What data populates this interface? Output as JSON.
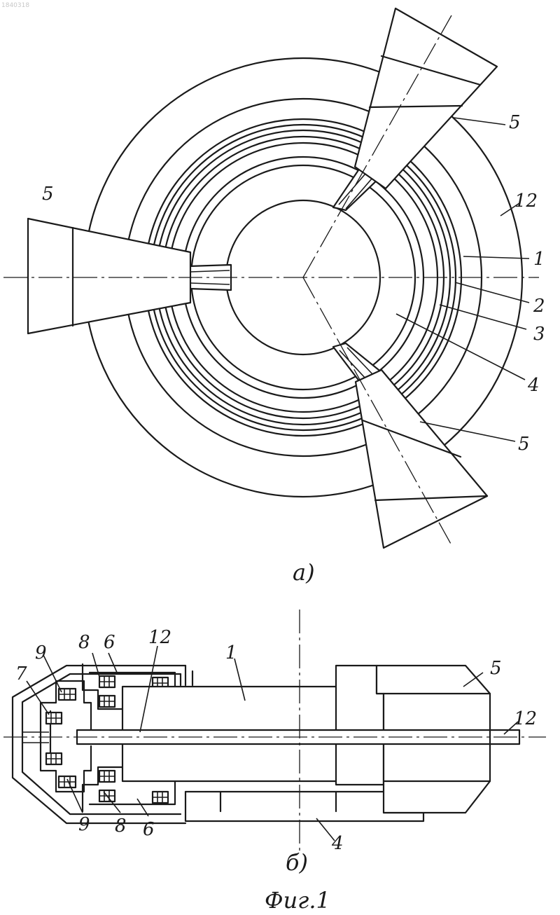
{
  "stamp": "1840318",
  "view_a": {
    "caption": "a)",
    "labels": {
      "part_5_top": "5",
      "part_5_left": "5",
      "part_5_bottom": "5",
      "part_12": "12",
      "part_1": "1",
      "part_2": "2",
      "part_3": "3",
      "part_4": "4"
    }
  },
  "view_b": {
    "caption": "б)",
    "labels": {
      "part_8_top": "8",
      "part_6_top": "6",
      "part_12_top": "12",
      "part_1": "1",
      "part_5": "5",
      "part_9_top": "9",
      "part_7": "7",
      "part_12_right": "12",
      "part_9_bottom": "9",
      "part_8_bottom": "8",
      "part_6_bottom": "6",
      "part_4": "4"
    }
  },
  "figure_caption": "Фиг.1"
}
